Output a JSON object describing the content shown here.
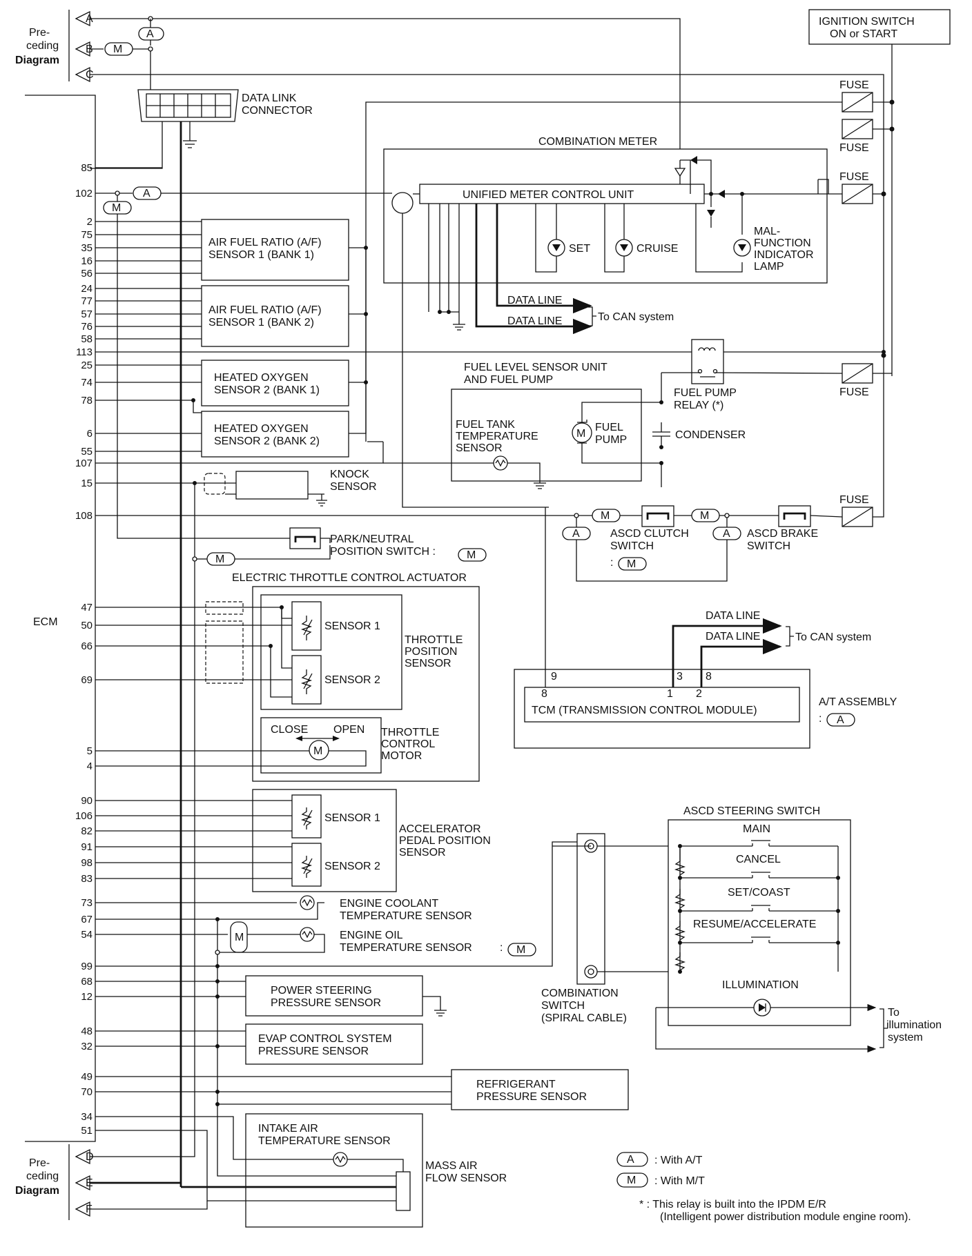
{
  "connectors": {
    "preceding_top": [
      "Pre-",
      "ceding",
      "Diagram"
    ],
    "preceding_bottom": [
      "Pre-",
      "ceding",
      "Diagram"
    ],
    "top_letters": [
      "A",
      "B",
      "C"
    ],
    "bottom_letters": [
      "D",
      "E",
      "F"
    ]
  },
  "ecm": {
    "label": "ECM",
    "pins": [
      "85",
      "102",
      "2",
      "75",
      "35",
      "16",
      "56",
      "24",
      "77",
      "57",
      "76",
      "58",
      "113",
      "25",
      "74",
      "78",
      "6",
      "55",
      "107",
      "15",
      "108",
      "47",
      "50",
      "66",
      "69",
      "5",
      "4",
      "90",
      "106",
      "82",
      "91",
      "98",
      "83",
      "73",
      "67",
      "54",
      "99",
      "68",
      "12",
      "48",
      "32",
      "49",
      "70",
      "34",
      "51"
    ]
  },
  "top_components": {
    "ignition_switch": [
      "IGNITION SWITCH",
      "ON or START"
    ],
    "data_link_connector": [
      "DATA LINK",
      "CONNECTOR"
    ],
    "fuse": "FUSE",
    "combination_meter": "COMBINATION METER",
    "unified_meter": "UNIFIED METER CONTROL UNIT",
    "set_lamp": "SET",
    "cruise_lamp": "CRUISE",
    "mil_lamp": [
      "MAL-",
      "FUNCTION",
      "INDICATOR",
      "LAMP"
    ],
    "data_line": "DATA LINE",
    "to_can": "To CAN system"
  },
  "sensors_left": {
    "af_bank1": [
      "AIR FUEL RATIO (A/F)",
      "SENSOR 1 (BANK 1)"
    ],
    "af_bank2": [
      "AIR FUEL RATIO (A/F)",
      "SENSOR 1 (BANK 2)"
    ],
    "ho2_bank1": [
      "HEATED OXYGEN",
      "SENSOR 2 (BANK 1)"
    ],
    "ho2_bank2": [
      "HEATED OXYGEN",
      "SENSOR 2 (BANK 2)"
    ],
    "knock": [
      "KNOCK",
      "SENSOR"
    ],
    "park_neutral": [
      "PARK/NEUTRAL",
      "POSITION SWITCH :"
    ]
  },
  "fuel": {
    "unit": [
      "FUEL LEVEL SENSOR UNIT",
      "AND FUEL PUMP"
    ],
    "tank_temp": [
      "FUEL TANK",
      "TEMPERATURE",
      "SENSOR"
    ],
    "pump": [
      "FUEL",
      "PUMP"
    ],
    "relay": [
      "FUEL PUMP",
      "RELAY (*)"
    ],
    "condenser": "CONDENSER"
  },
  "ascd": {
    "clutch": [
      "ASCD CLUTCH",
      "SWITCH"
    ],
    "brake": [
      "ASCD BRAKE",
      "SWITCH"
    ],
    "steering_title": "ASCD STEERING SWITCH",
    "main": "MAIN",
    "cancel": "CANCEL",
    "set_coast": "SET/COAST",
    "resume": "RESUME/ACCELERATE",
    "illumination": "ILLUMINATION",
    "to_illum": [
      "To",
      "illumination",
      "system"
    ]
  },
  "throttle": {
    "title": "ELECTRIC THROTTLE CONTROL ACTUATOR",
    "sensor1": "SENSOR 1",
    "sensor2": "SENSOR 2",
    "tps": [
      "THROTTLE",
      "POSITION",
      "SENSOR"
    ],
    "close": "CLOSE",
    "open": "OPEN",
    "motor": [
      "THROTTLE",
      "CONTROL",
      "MOTOR"
    ]
  },
  "tcm": {
    "label": "TCM (TRANSMISSION CONTROL MODULE)",
    "assembly": "A/T ASSEMBLY",
    "pins_top": [
      "9",
      "3",
      "8"
    ],
    "pins_bottom": [
      "8",
      "1",
      "2"
    ]
  },
  "app": {
    "sensor1": "SENSOR 1",
    "sensor2": "SENSOR 2",
    "label": [
      "ACCELERATOR",
      "PEDAL POSITION",
      "SENSOR"
    ]
  },
  "bottom_sensors": {
    "ect": [
      "ENGINE COOLANT",
      "TEMPERATURE SENSOR"
    ],
    "eot": [
      "ENGINE OIL",
      "TEMPERATURE SENSOR"
    ],
    "ps": [
      "POWER STEERING",
      "PRESSURE SENSOR"
    ],
    "evap": [
      "EVAP CONTROL SYSTEM",
      "PRESSURE SENSOR"
    ],
    "refrigerant": [
      "REFRIGERANT",
      "PRESSURE SENSOR"
    ],
    "iat": [
      "INTAKE AIR",
      "TEMPERATURE SENSOR"
    ],
    "maf": [
      "MASS AIR",
      "FLOW SENSOR"
    ],
    "combination_switch": [
      "COMBINATION",
      "SWITCH",
      "(SPIRAL CABLE)"
    ]
  },
  "legend": {
    "a_tag": "A",
    "m_tag": "M",
    "a": ": With A/T",
    "m": ": With M/T",
    "note1": "*  : This relay is built into the IPDM E/R",
    "note2": "(Intelligent power distribution module engine room)."
  }
}
